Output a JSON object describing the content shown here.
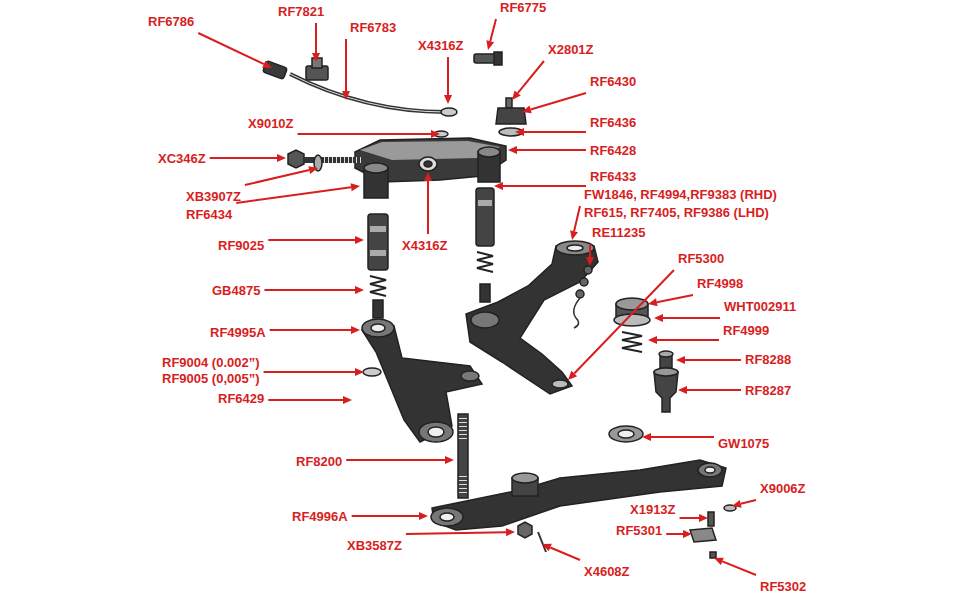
{
  "diagram": {
    "labels": [
      "RF6786",
      "RF7821",
      "RF6783",
      "RF6775",
      "X4316Z",
      "X2801Z",
      "RF6430",
      "X9010Z",
      "RF6436",
      "XC346Z",
      "RF6428",
      "XB3907Z",
      "RF6433",
      "FW1846, RF4994,RF9383 (RHD)",
      "RF615, RF7405, RF9386 (LHD)",
      "RF6434",
      "RE11235",
      "X4316Z",
      "RF9025",
      "RF5300",
      "RF4998",
      "GB4875",
      "WHT002911",
      "RF4995A",
      "RF4999",
      "RF8288",
      "RF9004 (0.002”)",
      "RF9005 (0,005”)",
      "RF8287",
      "RF6429",
      "GW1075",
      "RF8200",
      "X9006Z",
      "X1913Z",
      "RF4996A",
      "RF5301",
      "XB3587Z",
      "X4608Z",
      "RF5302"
    ]
  }
}
